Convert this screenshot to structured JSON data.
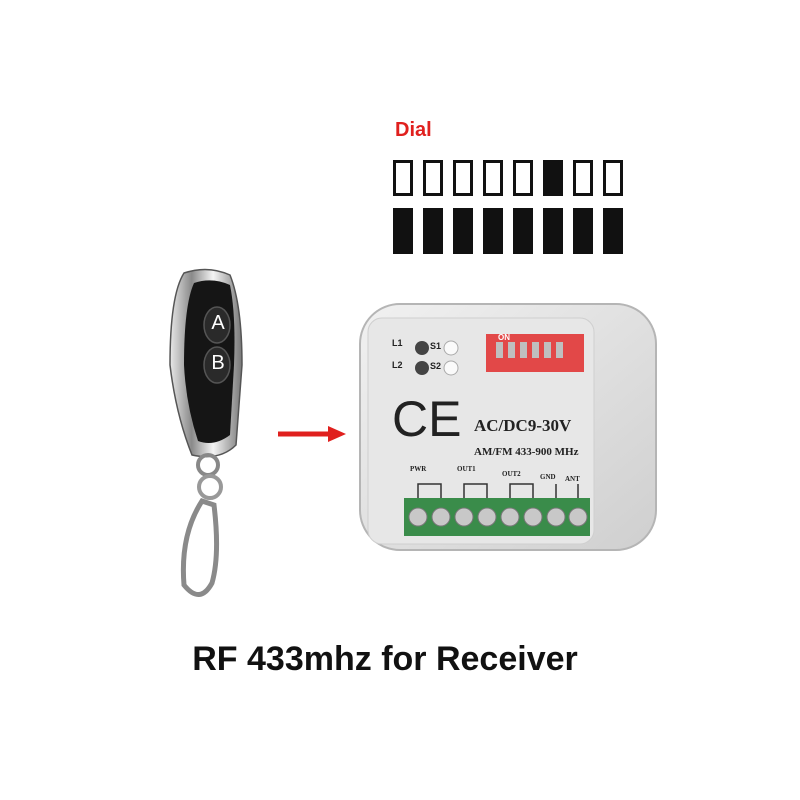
{
  "dial": {
    "label": "Dial",
    "switch_states": [
      false,
      false,
      false,
      false,
      false,
      true,
      false,
      false
    ],
    "colors": {
      "label": "#e0201e"
    }
  },
  "receiver": {
    "ce_mark": "CE",
    "voltage": "AC/DC9-30V",
    "frequency": "AM/FM 433-900 MHz",
    "leds": [
      "L1",
      "L2"
    ],
    "buttons": [
      "S1",
      "S2"
    ],
    "dip_label": "ON",
    "terminals": [
      "PWR",
      "OUT1",
      "OUT2",
      "GND",
      "ANT"
    ]
  },
  "remote": {
    "buttons": [
      "A",
      "B"
    ]
  },
  "caption": "RF 433mhz for Receiver"
}
